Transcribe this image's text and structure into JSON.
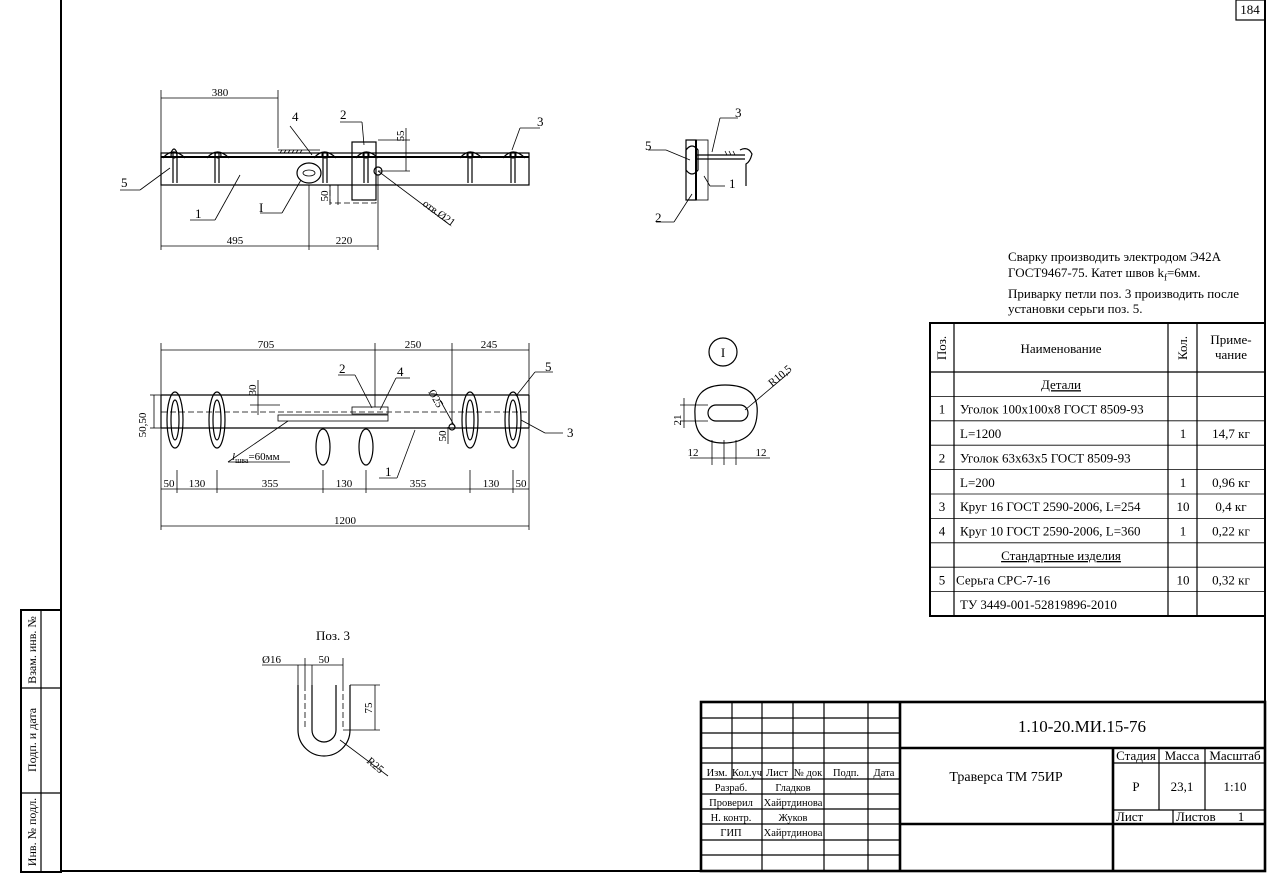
{
  "sheet": {
    "number": "184"
  },
  "side_strip": {
    "interchange": "Взам. инв. №",
    "signature": "Подп. и дата",
    "original": "Инв. № подл."
  },
  "notes": [
    "Сварку производить электродом Э42А",
    "ГОСТ9467-75. Катет швов k",
    "=6мм.",
    "Приварку петли поз. 3 производить после",
    "установки серьги поз. 5."
  ],
  "notes_sub": "f",
  "front_view": {
    "dims": {
      "d380": "380",
      "d495": "495",
      "d220": "220",
      "d55": "55",
      "d50": "50",
      "hole": "отв.Ø21"
    },
    "labels": {
      "p1": "1",
      "p2": "2",
      "p3": "3",
      "p4": "4",
      "p5": "5",
      "detail": "I"
    }
  },
  "side_view": {
    "labels": {
      "p1": "1",
      "p2": "2",
      "p3": "3",
      "p5": "5"
    }
  },
  "plan_view": {
    "dims": {
      "d705": "705",
      "d250": "250",
      "d245": "245",
      "d30": "30",
      "d25": "Ø25",
      "d50v": "50",
      "d5050": "50,50",
      "d1200": "1200",
      "b50a": "50",
      "b130a": "130",
      "b355a": "355",
      "b130b": "130",
      "b355b": "355",
      "b130c": "130",
      "b50b": "50"
    },
    "labels": {
      "p1": "1",
      "p2": "2",
      "p3": "3",
      "p4": "4",
      "p5": "5"
    },
    "weld": {
      "l": "l",
      "sub": "шва",
      "rest": "=60мм"
    }
  },
  "detail_view": {
    "label": "I",
    "dims": {
      "r": "R10,5",
      "h": "21",
      "w1": "12",
      "w2": "12"
    }
  },
  "pos3_view": {
    "title": "Поз. 3",
    "dims": {
      "dia": "Ø16",
      "w": "50",
      "h": "75",
      "r": "R25"
    }
  },
  "spec_table": {
    "headers": {
      "pos": "Поз.",
      "name": "Наименование",
      "qty": "Кол.",
      "note_1": "Приме-",
      "note_2": "чание"
    },
    "rows": [
      {
        "pos": "",
        "name": "Детали",
        "qty": "",
        "note": "",
        "section": true
      },
      {
        "pos": "1",
        "name": "Уголок 100x100x8 ГОСТ 8509-93",
        "qty": "",
        "note": ""
      },
      {
        "pos": "",
        "name": "L=1200",
        "qty": "1",
        "note": "14,7 кг"
      },
      {
        "pos": "2",
        "name": "Уголок 63x63x5 ГОСТ 8509-93",
        "qty": "",
        "note": ""
      },
      {
        "pos": "",
        "name": "L=200",
        "qty": "1",
        "note": "0,96 кг"
      },
      {
        "pos": "3",
        "name": "Круг 16 ГОСТ 2590-2006, L=254",
        "qty": "10",
        "note": "0,4 кг"
      },
      {
        "pos": "4",
        "name": "Круг 10 ГОСТ 2590-2006, L=360",
        "qty": "1",
        "note": "0,22 кг"
      },
      {
        "pos": "",
        "name": "Стандартные изделия",
        "qty": "",
        "note": "",
        "section": true
      },
      {
        "pos": "5",
        "name": "Серьга СРС-7-16",
        "qty": "10",
        "note": "0,32 кг"
      },
      {
        "pos": "",
        "name": "ТУ 3449-001-52819896-2010",
        "qty": "",
        "note": ""
      }
    ]
  },
  "title_block": {
    "code": "1.10-20.МИ.15-76",
    "title": "Траверса ТМ 75ИР",
    "stage_label": "Стадия",
    "mass_label": "Масса",
    "scale_label": "Масштаб",
    "stage": "Р",
    "mass": "23,1",
    "scale": "1:10",
    "sheet_label": "Лист",
    "sheets_label": "Листов",
    "sheets": "1",
    "header": {
      "izm": "Изм.",
      "kol": "Кол.уч",
      "list": "Лист",
      "ndok": "№ док",
      "podp": "Подп.",
      "data": "Дата"
    },
    "roles": [
      {
        "role": "Разраб.",
        "name": "Гладков"
      },
      {
        "role": "Проверил",
        "name": "Хайртдинова"
      },
      {
        "role": "Н. контр.",
        "name": "Жуков"
      },
      {
        "role": "ГИП",
        "name": "Хайртдинова"
      }
    ]
  }
}
